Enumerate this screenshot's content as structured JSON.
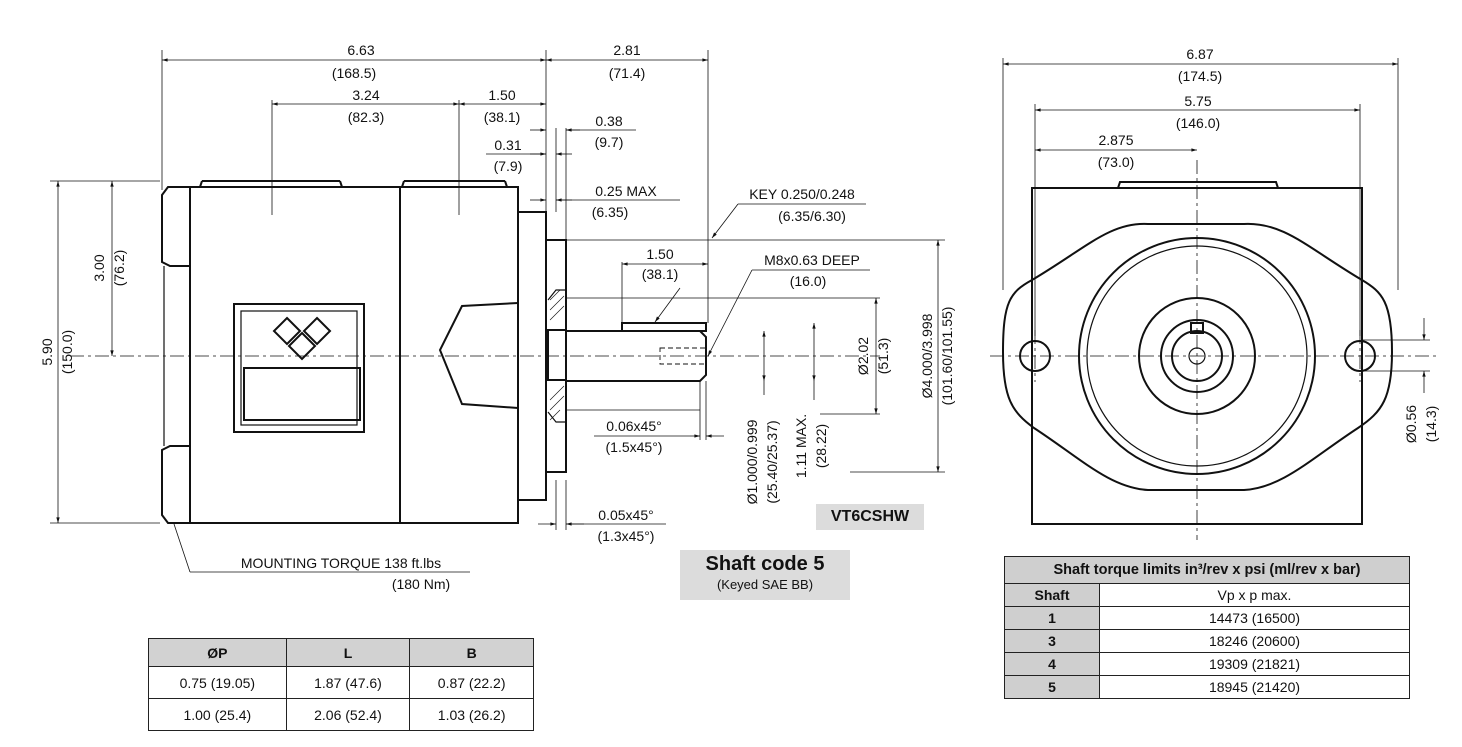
{
  "dimensions": {
    "overall_length": {
      "in": "6.63",
      "mm": "(168.5)"
    },
    "shaft_length": {
      "in": "2.81",
      "mm": "(71.4)"
    },
    "ports_spacing": {
      "in": "3.24",
      "mm": "(82.3)"
    },
    "port_to_flange": {
      "in": "1.50",
      "mm": "(38.1)"
    },
    "dim_038": {
      "in": "0.38",
      "mm": "(9.7)"
    },
    "dim_031": {
      "in": "0.31",
      "mm": "(7.9)"
    },
    "dim_025max": {
      "in": "0.25 MAX",
      "mm": "(6.35)"
    },
    "key": {
      "in": "KEY 0.250/0.248",
      "mm": "(6.35/6.30)"
    },
    "key_length": {
      "in": "1.50",
      "mm": "(38.1)"
    },
    "thread": {
      "in": "M8x0.63 DEEP",
      "mm": "(16.0)"
    },
    "height_300": {
      "in": "3.00",
      "mm": "(76.2)"
    },
    "height_590": {
      "in": "5.90",
      "mm": "(150.0)"
    },
    "dia_202": {
      "in": "Ø2.02",
      "mm": "(51.3)"
    },
    "pilot": {
      "in": "Ø4.000/3.998",
      "mm": "(101.60/101.55)"
    },
    "chamfer_006": {
      "in": "0.06x45°",
      "mm": "(1.5x45°)"
    },
    "shaft_dia": {
      "in": "Ø1.000/0.999",
      "mm": "(25.40/25.37)"
    },
    "key_height": {
      "in": "1.11 MAX.",
      "mm": "(28.22)"
    },
    "chamfer_005": {
      "in": "0.05x45°",
      "mm": "(1.3x45°)"
    },
    "torque": {
      "in": "MOUNTING TORQUE 138 ft.lbs",
      "mm": "(180 Nm)"
    },
    "width_687": {
      "in": "6.87",
      "mm": "(174.5)"
    },
    "bolt_575": {
      "in": "5.75",
      "mm": "(146.0)"
    },
    "half_2875": {
      "in": "2.875",
      "mm": "(73.0)"
    },
    "hole_056": {
      "in": "Ø0.56",
      "mm": "(14.3)"
    }
  },
  "model_label": "VT6CSHW",
  "shaft_code": {
    "title": "Shaft code 5",
    "subtitle": "(Keyed SAE BB)"
  },
  "port_table": {
    "headers": [
      "ØP",
      "L",
      "B"
    ],
    "rows": [
      [
        "0.75 (19.05)",
        "1.87 (47.6)",
        "0.87 (22.2)"
      ],
      [
        "1.00 (25.4)",
        "2.06 (52.4)",
        "1.03 (26.2)"
      ]
    ]
  },
  "torque_table": {
    "caption": "Shaft torque limits in³/rev x psi (ml/rev x bar)",
    "headers": [
      "Shaft",
      "Vp x p max."
    ],
    "rows": [
      [
        "1",
        "14473  (16500)"
      ],
      [
        "3",
        "18246  (20600)"
      ],
      [
        "4",
        "19309  (21821)"
      ],
      [
        "5",
        "18945  (21420)"
      ]
    ]
  }
}
